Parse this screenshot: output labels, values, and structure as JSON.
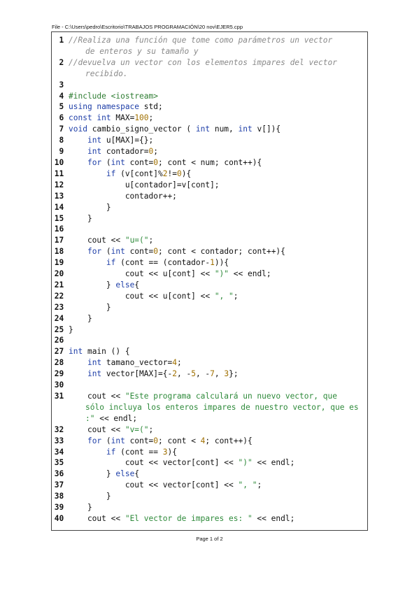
{
  "header": {
    "file_path": "File - C:\\Users\\pedro\\Escritorio\\TRABAJOS PROGRAMACIÓN\\20 nov\\EJER5.cpp"
  },
  "footer": {
    "page_label": "Page 1 of 2"
  },
  "code_lines": [
    {
      "n": "1",
      "tokens": [
        [
          "cmt",
          "//Realiza una función que tome como parámetros un vector"
        ]
      ]
    },
    {
      "n": "",
      "tokens": [
        [
          "cmt",
          "de enteros y su tamaño y"
        ]
      ]
    },
    {
      "n": "2",
      "tokens": [
        [
          "cmt",
          "//devuelva un vector con los elementos impares del vector"
        ]
      ]
    },
    {
      "n": "",
      "tokens": [
        [
          "cmt",
          "recibido."
        ]
      ]
    },
    {
      "n": "3",
      "tokens": []
    },
    {
      "n": "4",
      "tokens": [
        [
          "pp",
          "#include <iostream>"
        ]
      ]
    },
    {
      "n": "5",
      "tokens": [
        [
          "kw",
          "using namespace"
        ],
        [
          "plain",
          " std;"
        ]
      ]
    },
    {
      "n": "6",
      "tokens": [
        [
          "kw",
          "const int"
        ],
        [
          "plain",
          " MAX="
        ],
        [
          "num",
          "100"
        ],
        [
          "plain",
          ";"
        ]
      ]
    },
    {
      "n": "7",
      "tokens": [
        [
          "kw",
          "void"
        ],
        [
          "plain",
          " cambio_signo_vector ( "
        ],
        [
          "kw",
          "int"
        ],
        [
          "plain",
          " num, "
        ],
        [
          "kw",
          "int"
        ],
        [
          "plain",
          " v[]){"
        ]
      ]
    },
    {
      "n": "8",
      "tokens": [
        [
          "plain",
          "    "
        ],
        [
          "kw",
          "int"
        ],
        [
          "plain",
          " u[MAX]={};"
        ]
      ]
    },
    {
      "n": "9",
      "tokens": [
        [
          "plain",
          "    "
        ],
        [
          "kw",
          "int"
        ],
        [
          "plain",
          " contador="
        ],
        [
          "num",
          "0"
        ],
        [
          "plain",
          ";"
        ]
      ]
    },
    {
      "n": "10",
      "tokens": [
        [
          "plain",
          "    "
        ],
        [
          "kw",
          "for"
        ],
        [
          "plain",
          " ("
        ],
        [
          "kw",
          "int"
        ],
        [
          "plain",
          " cont="
        ],
        [
          "num",
          "0"
        ],
        [
          "plain",
          "; cont < num; cont++){"
        ]
      ]
    },
    {
      "n": "11",
      "tokens": [
        [
          "plain",
          "        "
        ],
        [
          "kw",
          "if"
        ],
        [
          "plain",
          " (v[cont]%"
        ],
        [
          "num",
          "2"
        ],
        [
          "plain",
          "!="
        ],
        [
          "num",
          "0"
        ],
        [
          "plain",
          "){"
        ]
      ]
    },
    {
      "n": "12",
      "tokens": [
        [
          "plain",
          "            u[contador]=v[cont];"
        ]
      ]
    },
    {
      "n": "13",
      "tokens": [
        [
          "plain",
          "            contador++;"
        ]
      ]
    },
    {
      "n": "14",
      "tokens": [
        [
          "plain",
          "        }"
        ]
      ]
    },
    {
      "n": "15",
      "tokens": [
        [
          "plain",
          "    }"
        ]
      ]
    },
    {
      "n": "16",
      "tokens": []
    },
    {
      "n": "17",
      "tokens": [
        [
          "plain",
          "    cout << "
        ],
        [
          "str",
          "\"u=(\""
        ],
        [
          "plain",
          ";"
        ]
      ]
    },
    {
      "n": "18",
      "tokens": [
        [
          "plain",
          "    "
        ],
        [
          "kw",
          "for"
        ],
        [
          "plain",
          " ("
        ],
        [
          "kw",
          "int"
        ],
        [
          "plain",
          " cont="
        ],
        [
          "num",
          "0"
        ],
        [
          "plain",
          "; cont < contador; cont++){"
        ]
      ]
    },
    {
      "n": "19",
      "tokens": [
        [
          "plain",
          "        "
        ],
        [
          "kw",
          "if"
        ],
        [
          "plain",
          " (cont == (contador-"
        ],
        [
          "num",
          "1"
        ],
        [
          "plain",
          ")){"
        ]
      ]
    },
    {
      "n": "20",
      "tokens": [
        [
          "plain",
          "            cout << u[cont] << "
        ],
        [
          "str",
          "\")\""
        ],
        [
          "plain",
          " << endl;"
        ]
      ]
    },
    {
      "n": "21",
      "tokens": [
        [
          "plain",
          "        } "
        ],
        [
          "kw",
          "else"
        ],
        [
          "plain",
          "{"
        ]
      ]
    },
    {
      "n": "22",
      "tokens": [
        [
          "plain",
          "            cout << u[cont] << "
        ],
        [
          "str",
          "\", \""
        ],
        [
          "plain",
          ";"
        ]
      ]
    },
    {
      "n": "23",
      "tokens": [
        [
          "plain",
          "        }"
        ]
      ]
    },
    {
      "n": "24",
      "tokens": [
        [
          "plain",
          "    }"
        ]
      ]
    },
    {
      "n": "25",
      "tokens": [
        [
          "plain",
          "}"
        ]
      ]
    },
    {
      "n": "26",
      "tokens": []
    },
    {
      "n": "27",
      "tokens": [
        [
          "kw",
          "int"
        ],
        [
          "plain",
          " main () {"
        ]
      ]
    },
    {
      "n": "28",
      "tokens": [
        [
          "plain",
          "    "
        ],
        [
          "kw",
          "int"
        ],
        [
          "plain",
          " tamano_vector="
        ],
        [
          "num",
          "4"
        ],
        [
          "plain",
          ";"
        ]
      ]
    },
    {
      "n": "29",
      "tokens": [
        [
          "plain",
          "    "
        ],
        [
          "kw",
          "int"
        ],
        [
          "plain",
          " vector[MAX]={-"
        ],
        [
          "num",
          "2"
        ],
        [
          "plain",
          ", -"
        ],
        [
          "num",
          "5"
        ],
        [
          "plain",
          ", -"
        ],
        [
          "num",
          "7"
        ],
        [
          "plain",
          ", "
        ],
        [
          "num",
          "3"
        ],
        [
          "plain",
          "};"
        ]
      ]
    },
    {
      "n": "30",
      "tokens": []
    },
    {
      "n": "31",
      "tokens": [
        [
          "plain",
          "    cout << "
        ],
        [
          "str",
          "\"Este programa calculará un nuevo vector, que"
        ]
      ]
    },
    {
      "n": "",
      "tokens": [
        [
          "str",
          "sólo incluya los enteros impares de nuestro vector, que es"
        ]
      ]
    },
    {
      "n": "",
      "tokens": [
        [
          "str",
          ":\""
        ],
        [
          "plain",
          " << endl;"
        ]
      ]
    },
    {
      "n": "32",
      "tokens": [
        [
          "plain",
          "    cout << "
        ],
        [
          "str",
          "\"v=(\""
        ],
        [
          "plain",
          ";"
        ]
      ]
    },
    {
      "n": "33",
      "tokens": [
        [
          "plain",
          "    "
        ],
        [
          "kw",
          "for"
        ],
        [
          "plain",
          " ("
        ],
        [
          "kw",
          "int"
        ],
        [
          "plain",
          " cont="
        ],
        [
          "num",
          "0"
        ],
        [
          "plain",
          "; cont < "
        ],
        [
          "num",
          "4"
        ],
        [
          "plain",
          "; cont++){"
        ]
      ]
    },
    {
      "n": "34",
      "tokens": [
        [
          "plain",
          "        "
        ],
        [
          "kw",
          "if"
        ],
        [
          "plain",
          " (cont == "
        ],
        [
          "num",
          "3"
        ],
        [
          "plain",
          "){"
        ]
      ]
    },
    {
      "n": "35",
      "tokens": [
        [
          "plain",
          "            cout << vector[cont] << "
        ],
        [
          "str",
          "\")\""
        ],
        [
          "plain",
          " << endl;"
        ]
      ]
    },
    {
      "n": "36",
      "tokens": [
        [
          "plain",
          "        } "
        ],
        [
          "kw",
          "else"
        ],
        [
          "plain",
          "{"
        ]
      ]
    },
    {
      "n": "37",
      "tokens": [
        [
          "plain",
          "            cout << vector[cont] << "
        ],
        [
          "str",
          "\", \""
        ],
        [
          "plain",
          ";"
        ]
      ]
    },
    {
      "n": "38",
      "tokens": [
        [
          "plain",
          "        }"
        ]
      ]
    },
    {
      "n": "39",
      "tokens": [
        [
          "plain",
          "    }"
        ]
      ]
    },
    {
      "n": "40",
      "tokens": [
        [
          "plain",
          "    cout << "
        ],
        [
          "str",
          "\"El vector de impares es: \""
        ],
        [
          "plain",
          " << endl;"
        ]
      ]
    }
  ]
}
